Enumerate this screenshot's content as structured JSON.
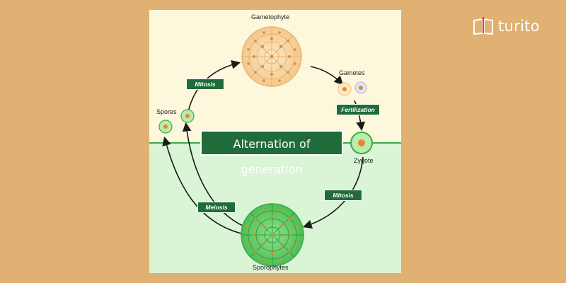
{
  "brand": {
    "name": "turito",
    "icon": "book-icon"
  },
  "diagram": {
    "title": "Alternation of generation",
    "stages": {
      "gametophyte": "Gametophyte",
      "gametes": "Gametes",
      "zygote": "Zygote",
      "sporophytes": "Sporophytes",
      "spores": "Spores"
    },
    "processes": {
      "mitosis_top": "Mitosis",
      "fertilization": "Fertilization",
      "mitosis_bottom": "Mitosis",
      "meiosis": "Meiosis"
    },
    "colors": {
      "background": "#e0b173",
      "haploid_panel": "#fdf7dc",
      "diploid_panel": "#daf4d6",
      "label_box": "#1f6b3a",
      "gametophyte_cell": "#f7d7a7",
      "sporophyte_cell": "#69cf6a",
      "nucleus": "#e8882e"
    }
  }
}
